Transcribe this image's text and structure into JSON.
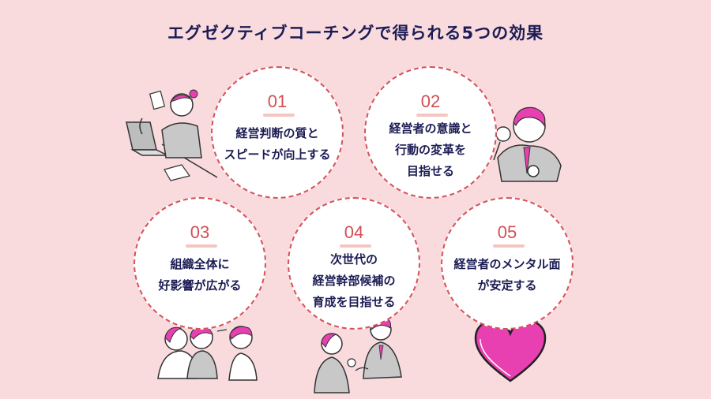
{
  "title": "エグゼクティブコーチングで得られる5つの効果",
  "items": [
    {
      "number": "01",
      "text": "経営判断の質と\nスピードが向上する"
    },
    {
      "number": "02",
      "text": "経営者の意識と\n行動の変革を\n目指せる"
    },
    {
      "number": "03",
      "text": "組織全体に\n好影響が広がる"
    },
    {
      "number": "04",
      "text": "次世代の\n経営幹部候補の\n育成を目指せる"
    },
    {
      "number": "05",
      "text": "経営者のメンタル面\nが安定する"
    }
  ],
  "colors": {
    "background": "#f9dbde",
    "circle_border": "#d4525a",
    "number": "#d24e55",
    "text": "#1c1c55",
    "accent_pink": "#e840b0"
  }
}
